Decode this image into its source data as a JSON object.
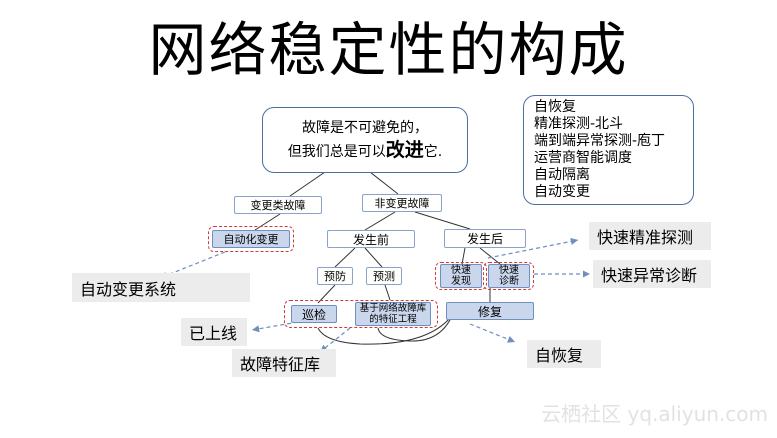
{
  "title": "网络稳定性的构成",
  "intro": {
    "line1": "故障是不可避免的，",
    "line2_prefix": "但我们总是可以",
    "line2_emphasis": "改进",
    "line2_suffix": "它."
  },
  "components": [
    "自恢复",
    "精准探测-北斗",
    "端到端异常探测-庖丁",
    "运营商智能调度",
    "自动隔离",
    "自动变更"
  ],
  "nodes": {
    "change_fault": "变更类故障",
    "non_change_fault": "非变更故障",
    "auto_change": "自动化变更",
    "before": "发生前",
    "after": "发生后",
    "prevent": "预防",
    "predict": "预测",
    "fast_discover": "快速发现",
    "fast_diagnose": "快速诊断",
    "inspection": "巡检",
    "feature_engineering": "基于网络故障库的特征工程",
    "repair": "修复"
  },
  "callouts": {
    "auto_change_system": "自动变更系统",
    "online": "已上线",
    "fault_feature_lib": "故障特征库",
    "self_recovery": "自恢复",
    "fast_precise_detect": "快速精准探测",
    "fast_anomaly_diag": "快速异常诊断"
  },
  "watermark": "云栖社区 yq.aliyun.com"
}
